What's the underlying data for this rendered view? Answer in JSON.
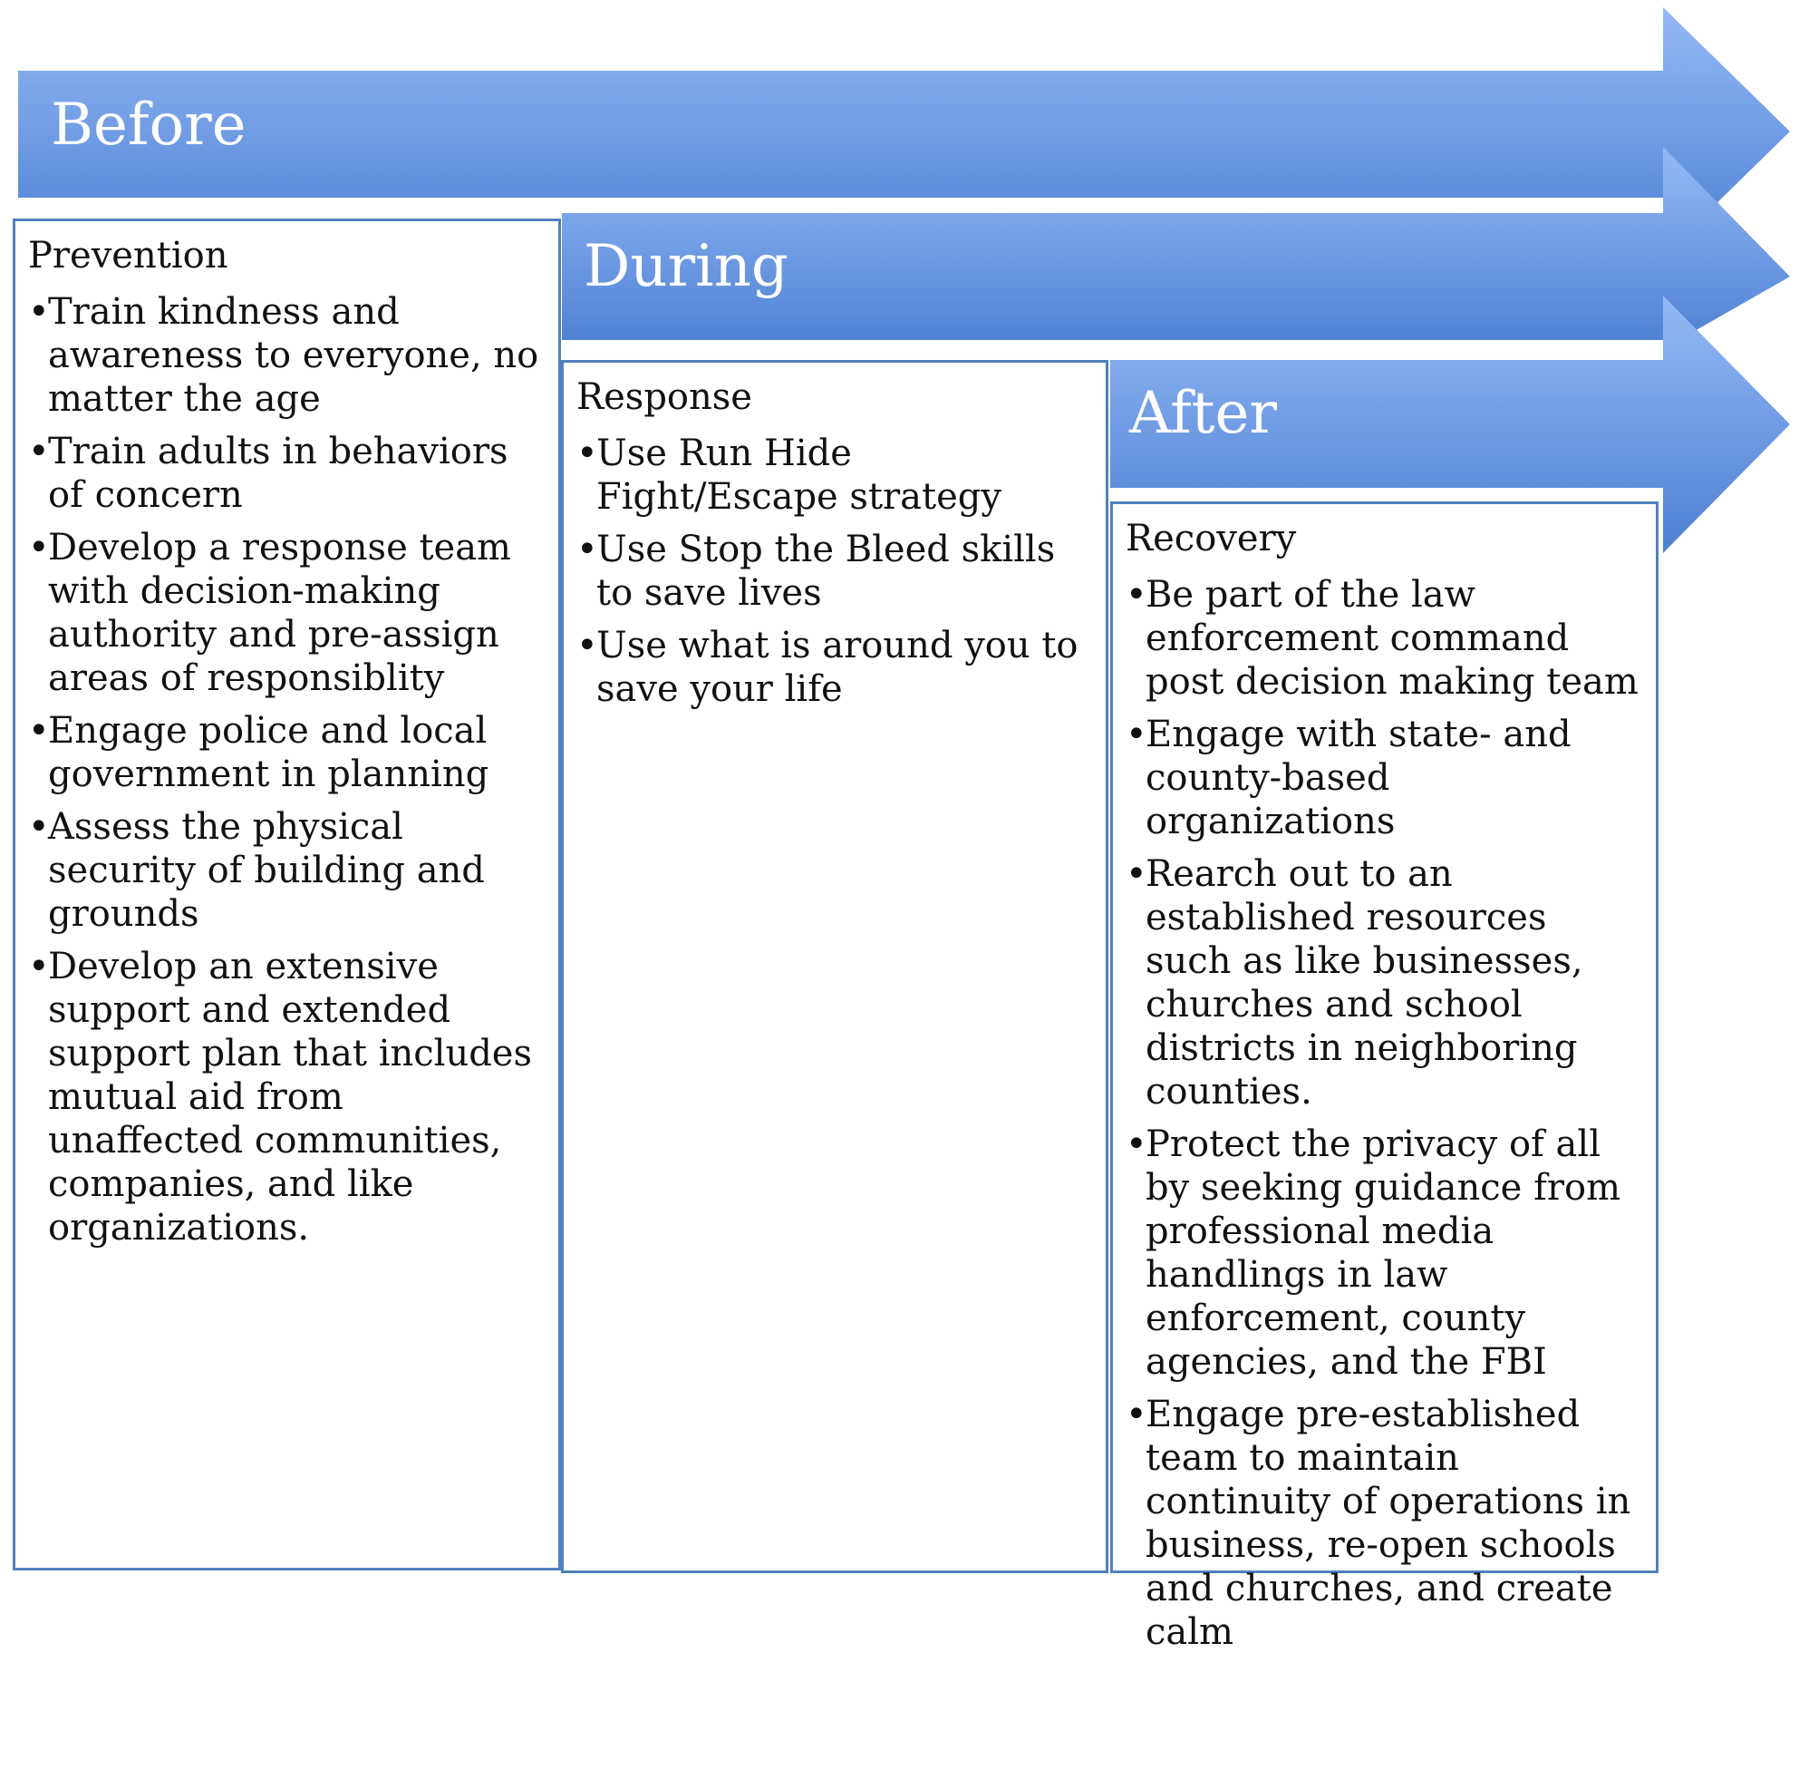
{
  "colors": {
    "arrow_light": "#92b7f5",
    "arrow_dark": "#4a7fd1",
    "panel_border": "#4f81bd"
  },
  "phases": [
    {
      "label": "Before",
      "icon": "right-arrow-icon",
      "panel": {
        "title": "Prevention",
        "items": [
          "Train kindness and awareness to everyone, no matter the age",
          "Train adults in behaviors of concern",
          "Develop a response team with decision-making authority and pre-assign areas of responsiblity",
          "Engage police and local government in planning",
          "Assess the physical security of building and grounds",
          "Develop an extensive support and extended support plan that includes mutual aid from unaffected communities, companies, and like organizations."
        ]
      }
    },
    {
      "label": "During",
      "icon": "right-arrow-icon",
      "panel": {
        "title": "Response",
        "items": [
          "Use Run Hide Fight/Escape strategy",
          "Use Stop the Bleed skills to save lives",
          "Use what is around you to save your life"
        ]
      }
    },
    {
      "label": "After",
      "icon": "right-arrow-icon",
      "panel": {
        "title": "Recovery",
        "items": [
          "Be part of the law enforcement command post decision making team",
          "Engage with state- and county-based organizations",
          "Rearch out to an established resources such as like businesses, churches and school districts in neighboring counties.",
          "Protect the privacy of all by seeking guidance from professional media handlings in law enforcement, county agencies, and the FBI",
          "Engage pre-established team to maintain continuity of operations in business, re-open schools and churches, and create calm"
        ]
      }
    }
  ]
}
